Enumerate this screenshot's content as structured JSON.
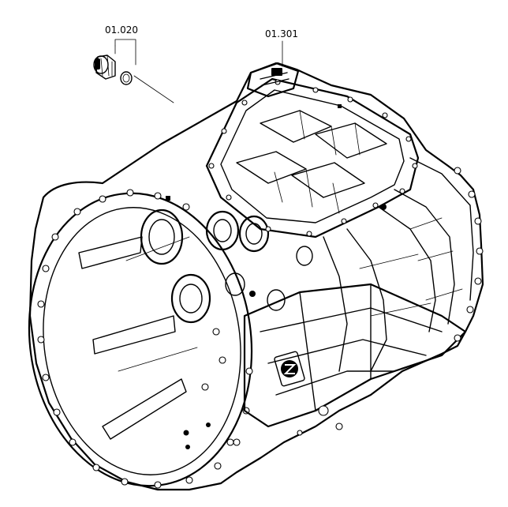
{
  "diagram": {
    "callouts": [
      {
        "id": "plug",
        "label": "01.020"
      },
      {
        "id": "housing",
        "label": "01.301"
      }
    ],
    "colors": {
      "line": "#000000",
      "background": "#ffffff"
    }
  }
}
